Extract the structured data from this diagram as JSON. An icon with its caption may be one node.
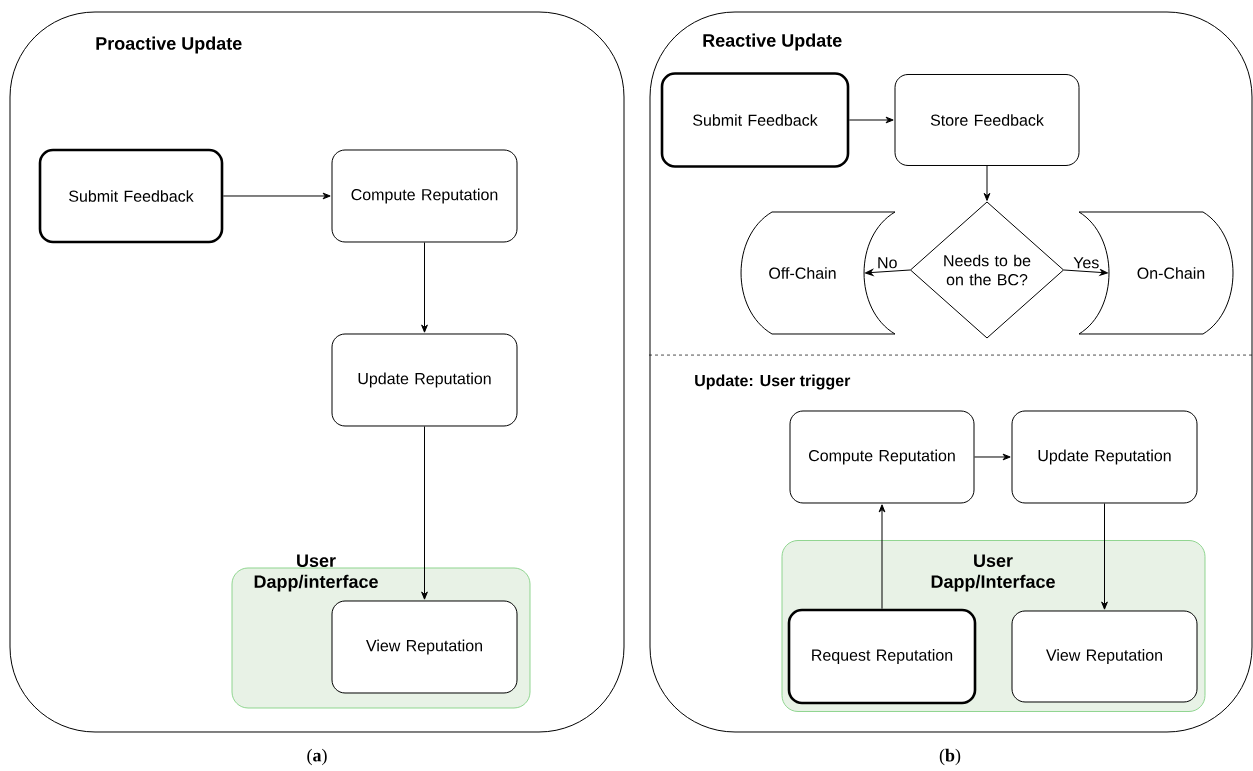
{
  "diagram": {
    "nodes": [
      {
        "text": [
          "Proactive Update"
        ]
      },
      {
        "text": [
          "Submit Feedback"
        ],
        "in": 0
      },
      {
        "text": [
          "Compute Reputation"
        ],
        "in": 0
      },
      {
        "text": [
          "Update Reputation"
        ],
        "in": 0
      },
      {
        "text": [
          "User Dapp/interface"
        ],
        "in": 0
      },
      {
        "text": [
          "View Reputation"
        ],
        "in": 4
      },
      {
        "text": [
          "Reactive Update"
        ]
      },
      {
        "text": [
          "Submit Feedback"
        ],
        "in": 6
      },
      {
        "text": [
          "Store Feedback"
        ],
        "in": 6
      },
      {
        "text": [
          "Needs to be on the BC?"
        ],
        "in": 6
      },
      {
        "text": [
          "Off-Chain"
        ],
        "in": 6
      },
      {
        "text": [
          "On-Chain"
        ],
        "in": 6
      },
      {
        "text": [
          "Compute Reputation"
        ],
        "in": 6
      },
      {
        "text": [
          "Update Reputation"
        ],
        "in": 6
      },
      {
        "text": [
          "User Dapp/Interface"
        ],
        "in": 6
      },
      {
        "text": [
          "Request Reputation"
        ],
        "in": 14
      },
      {
        "text": [
          "View Reputation"
        ],
        "in": 14
      }
    ],
    "edges": [
      {
        "from": 1,
        "to": 2,
        "arrow": "to"
      },
      {
        "from": 2,
        "to": 3,
        "arrow": "to"
      },
      {
        "from": 3,
        "to": 5,
        "arrow": "to"
      },
      {
        "from": 7,
        "to": 8,
        "arrow": "to"
      },
      {
        "from": 8,
        "to": 9,
        "arrow": "to"
      },
      {
        "from": 9,
        "to": 10,
        "arrow": "to",
        "label": "No"
      },
      {
        "from": 9,
        "to": 11,
        "arrow": "to",
        "label": "Yes"
      },
      {
        "from": 15,
        "to": 12,
        "arrow": "to"
      },
      {
        "from": 12,
        "to": 13,
        "arrow": "to"
      },
      {
        "from": 13,
        "to": 16,
        "arrow": "to"
      }
    ],
    "labels": [
      "Update: User trigger",
      "(**a**)",
      "(**b**)"
    ]
  }
}
